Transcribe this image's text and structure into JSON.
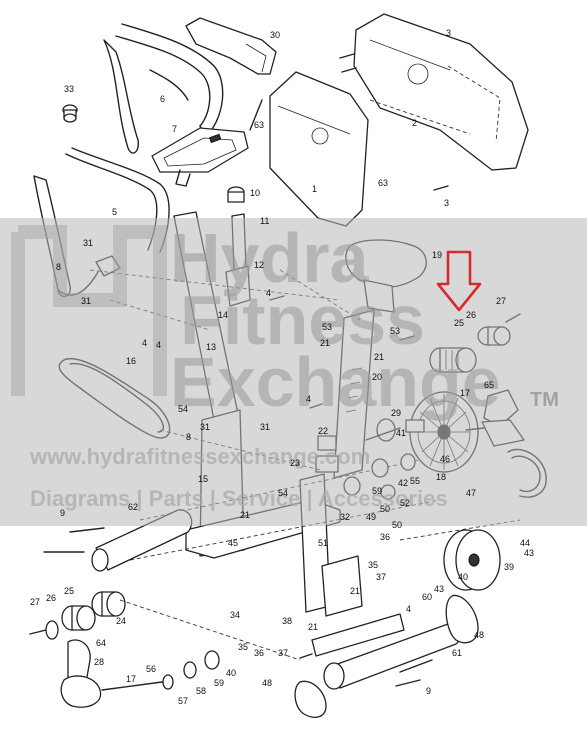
{
  "diagram": {
    "callouts": [
      "1",
      "2",
      "3",
      "3",
      "4",
      "4",
      "4",
      "4",
      "4",
      "5",
      "6",
      "7",
      "8",
      "8",
      "9",
      "9",
      "10",
      "11",
      "12",
      "13",
      "14",
      "15",
      "16",
      "17",
      "17",
      "18",
      "19",
      "20",
      "21",
      "21",
      "21",
      "21",
      "21",
      "22",
      "23",
      "24",
      "25",
      "25",
      "26",
      "26",
      "27",
      "27",
      "28",
      "29",
      "30",
      "31",
      "31",
      "31",
      "31",
      "32",
      "33",
      "34",
      "35",
      "35",
      "36",
      "36",
      "37",
      "37",
      "38",
      "39",
      "40",
      "40",
      "41",
      "42",
      "43",
      "43",
      "44",
      "45",
      "46",
      "47",
      "48",
      "48",
      "49",
      "50",
      "50",
      "51",
      "52",
      "53",
      "53",
      "54",
      "54",
      "55",
      "56",
      "57",
      "58",
      "59",
      "59",
      "60",
      "61",
      "62",
      "63",
      "63",
      "64",
      "65"
    ],
    "highlight_color": "#d62b2b",
    "highlight_target": "25"
  },
  "watermark": {
    "brand_line1": "Hydra",
    "brand_line2": "Fitness",
    "brand_line3": "Exchange",
    "trademark": "TM",
    "url": "www.hydrafitnessexchange.com",
    "tagline": "Diagrams | Parts | Service | Accessories",
    "band_color": "#b8b8b8"
  }
}
